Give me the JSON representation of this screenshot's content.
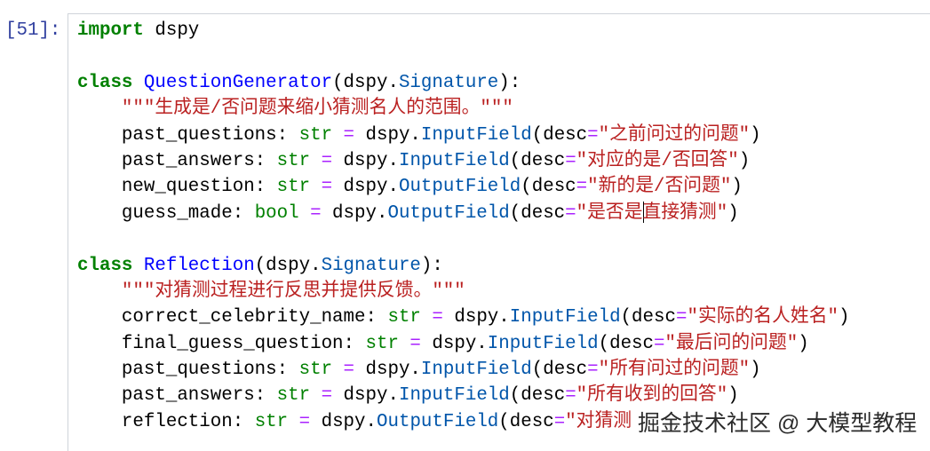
{
  "colors": {
    "prompt": "#303f9f",
    "kw": "#008000",
    "cls": "#0000ff",
    "attr": "#0055aa",
    "bi": "#008000",
    "op": "#aa22ff",
    "str": "#ba2121",
    "name": "#000000"
  },
  "cell": {
    "prompt": "[51]:",
    "lines": [
      [
        {
          "t": "import",
          "c": "kw"
        },
        {
          "t": " dspy",
          "c": "n"
        }
      ],
      [],
      [
        {
          "t": "class",
          "c": "kw"
        },
        {
          "t": " ",
          "c": "n"
        },
        {
          "t": "QuestionGenerator",
          "c": "cls"
        },
        {
          "t": "(dspy.",
          "c": "n"
        },
        {
          "t": "Signature",
          "c": "attr"
        },
        {
          "t": "):",
          "c": "n"
        }
      ],
      [
        {
          "t": "    ",
          "c": "n"
        },
        {
          "t": "\"\"\"生成是/否问题来缩小猜测名人的范围。\"\"\"",
          "c": "str"
        }
      ],
      [
        {
          "t": "    past_questions: ",
          "c": "n"
        },
        {
          "t": "str",
          "c": "bi"
        },
        {
          "t": " ",
          "c": "n"
        },
        {
          "t": "=",
          "c": "op"
        },
        {
          "t": " dspy.",
          "c": "n"
        },
        {
          "t": "InputField",
          "c": "attr"
        },
        {
          "t": "(desc",
          "c": "n"
        },
        {
          "t": "=",
          "c": "op"
        },
        {
          "t": "\"之前问过的问题\"",
          "c": "str"
        },
        {
          "t": ")",
          "c": "n"
        }
      ],
      [
        {
          "t": "    past_answers: ",
          "c": "n"
        },
        {
          "t": "str",
          "c": "bi"
        },
        {
          "t": " ",
          "c": "n"
        },
        {
          "t": "=",
          "c": "op"
        },
        {
          "t": " dspy.",
          "c": "n"
        },
        {
          "t": "InputField",
          "c": "attr"
        },
        {
          "t": "(desc",
          "c": "n"
        },
        {
          "t": "=",
          "c": "op"
        },
        {
          "t": "\"对应的是/否回答\"",
          "c": "str"
        },
        {
          "t": ")",
          "c": "n"
        }
      ],
      [
        {
          "t": "    new_question: ",
          "c": "n"
        },
        {
          "t": "str",
          "c": "bi"
        },
        {
          "t": " ",
          "c": "n"
        },
        {
          "t": "=",
          "c": "op"
        },
        {
          "t": " dspy.",
          "c": "n"
        },
        {
          "t": "OutputField",
          "c": "attr"
        },
        {
          "t": "(desc",
          "c": "n"
        },
        {
          "t": "=",
          "c": "op"
        },
        {
          "t": "\"新的是/否问题\"",
          "c": "str"
        },
        {
          "t": ")",
          "c": "n"
        }
      ],
      [
        {
          "t": "    guess_made: ",
          "c": "n"
        },
        {
          "t": "bool",
          "c": "bi"
        },
        {
          "t": " ",
          "c": "n"
        },
        {
          "t": "=",
          "c": "op"
        },
        {
          "t": " dspy.",
          "c": "n"
        },
        {
          "t": "OutputField",
          "c": "attr"
        },
        {
          "t": "(desc",
          "c": "n"
        },
        {
          "t": "=",
          "c": "op"
        },
        {
          "t": "\"是否是",
          "c": "str"
        },
        {
          "c": "cursor"
        },
        {
          "t": "直接猜测\"",
          "c": "str"
        },
        {
          "t": ")",
          "c": "n"
        }
      ],
      [],
      [
        {
          "t": "class",
          "c": "kw"
        },
        {
          "t": " ",
          "c": "n"
        },
        {
          "t": "Reflection",
          "c": "cls"
        },
        {
          "t": "(dspy.",
          "c": "n"
        },
        {
          "t": "Signature",
          "c": "attr"
        },
        {
          "t": "):",
          "c": "n"
        }
      ],
      [
        {
          "t": "    ",
          "c": "n"
        },
        {
          "t": "\"\"\"对猜测过程进行反思并提供反馈。\"\"\"",
          "c": "str"
        }
      ],
      [
        {
          "t": "    correct_celebrity_name: ",
          "c": "n"
        },
        {
          "t": "str",
          "c": "bi"
        },
        {
          "t": " ",
          "c": "n"
        },
        {
          "t": "=",
          "c": "op"
        },
        {
          "t": " dspy.",
          "c": "n"
        },
        {
          "t": "InputField",
          "c": "attr"
        },
        {
          "t": "(desc",
          "c": "n"
        },
        {
          "t": "=",
          "c": "op"
        },
        {
          "t": "\"实际的名人姓名\"",
          "c": "str"
        },
        {
          "t": ")",
          "c": "n"
        }
      ],
      [
        {
          "t": "    final_guess_question: ",
          "c": "n"
        },
        {
          "t": "str",
          "c": "bi"
        },
        {
          "t": " ",
          "c": "n"
        },
        {
          "t": "=",
          "c": "op"
        },
        {
          "t": " dspy.",
          "c": "n"
        },
        {
          "t": "InputField",
          "c": "attr"
        },
        {
          "t": "(desc",
          "c": "n"
        },
        {
          "t": "=",
          "c": "op"
        },
        {
          "t": "\"最后问的问题\"",
          "c": "str"
        },
        {
          "t": ")",
          "c": "n"
        }
      ],
      [
        {
          "t": "    past_questions: ",
          "c": "n"
        },
        {
          "t": "str",
          "c": "bi"
        },
        {
          "t": " ",
          "c": "n"
        },
        {
          "t": "=",
          "c": "op"
        },
        {
          "t": " dspy.",
          "c": "n"
        },
        {
          "t": "InputField",
          "c": "attr"
        },
        {
          "t": "(desc",
          "c": "n"
        },
        {
          "t": "=",
          "c": "op"
        },
        {
          "t": "\"所有问过的问题\"",
          "c": "str"
        },
        {
          "t": ")",
          "c": "n"
        }
      ],
      [
        {
          "t": "    past_answers: ",
          "c": "n"
        },
        {
          "t": "str",
          "c": "bi"
        },
        {
          "t": " ",
          "c": "n"
        },
        {
          "t": "=",
          "c": "op"
        },
        {
          "t": " dspy.",
          "c": "n"
        },
        {
          "t": "InputField",
          "c": "attr"
        },
        {
          "t": "(desc",
          "c": "n"
        },
        {
          "t": "=",
          "c": "op"
        },
        {
          "t": "\"所有收到的回答\"",
          "c": "str"
        },
        {
          "t": ")",
          "c": "n"
        }
      ],
      [
        {
          "t": "    reflection: ",
          "c": "n"
        },
        {
          "t": "str",
          "c": "bi"
        },
        {
          "t": " ",
          "c": "n"
        },
        {
          "t": "=",
          "c": "op"
        },
        {
          "t": " dspy.",
          "c": "n"
        },
        {
          "t": "OutputField",
          "c": "attr"
        },
        {
          "t": "(desc",
          "c": "n"
        },
        {
          "t": "=",
          "c": "op"
        },
        {
          "t": "\"对猜测",
          "c": "str"
        }
      ]
    ]
  },
  "watermark": "掘金技术社区 @ 大模型教程"
}
